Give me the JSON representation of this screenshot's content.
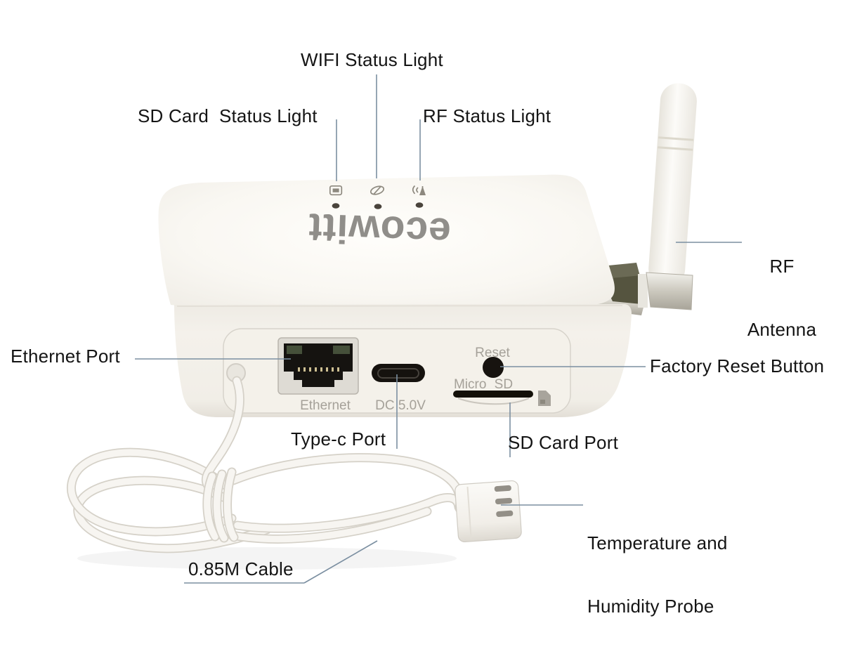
{
  "device": {
    "logo": "ecowitt",
    "front_panel": {
      "ethernet_label": "Ethernet",
      "power_label": "DC 5.0V",
      "reset_label": "Reset",
      "sd_slot_label": "Micro SD"
    },
    "icons": {
      "top_left": "sd-card-status-icon",
      "top_middle": "wifi-status-icon",
      "top_right": "rf-status-icon",
      "front": "micro-sd-card-icon"
    }
  },
  "callouts": {
    "wifi_status": "WIFI Status Light",
    "sd_status": "SD Card  Status Light",
    "rf_status": "RF Status Light",
    "rf_antenna": {
      "line1": "RF",
      "line2": "Antenna"
    },
    "ethernet_port": "Ethernet Port",
    "factory_reset": "Factory Reset Button",
    "typec_port": "Type-c Port",
    "sd_card_port": "SD Card Port",
    "probe": {
      "line1": "Temperature and",
      "line2": "Humidity Probe"
    },
    "cable": "0.85M Cable"
  },
  "colors": {
    "background": "#ffffff",
    "label_text": "#141414",
    "leader_line": "#7b8fa1",
    "device_body": "#f3f0ea",
    "panel_text": "#a5a199",
    "logo_gray": "#908e8a",
    "port_black": "#16130f",
    "cable_white": "#f7f5f1",
    "metal_silver": "#d9d6cd",
    "metal_olive": "#55543f"
  }
}
